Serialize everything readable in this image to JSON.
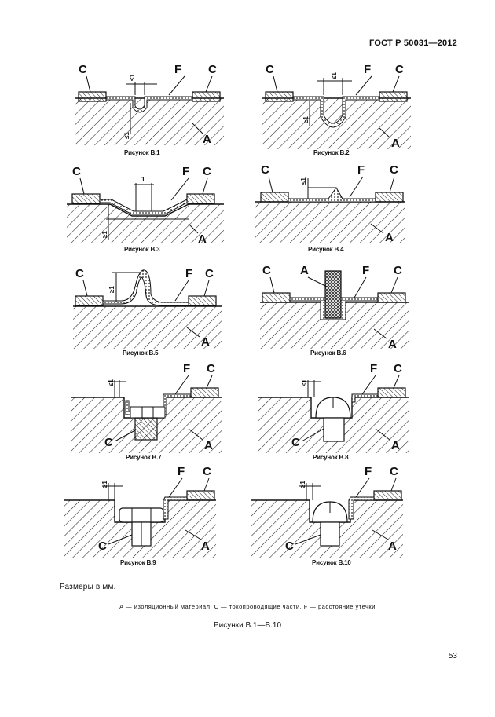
{
  "header": {
    "standard": "ГОСТ Р 50031—2012"
  },
  "labels": {
    "conductive": "C",
    "creepage": "F",
    "insulation": "A"
  },
  "dims": {
    "le1": "≤1",
    "ge1": "≥1",
    "one": "1"
  },
  "figures": [
    {
      "caption": "Рисунок В.1"
    },
    {
      "caption": "Рисунок В.2"
    },
    {
      "caption": "Рисунок В.3"
    },
    {
      "caption": "Рисунок В.4"
    },
    {
      "caption": "Рисунок В.5"
    },
    {
      "caption": "Рисунок В.6"
    },
    {
      "caption": "Рисунок В.7"
    },
    {
      "caption": "Рисунок В.8"
    },
    {
      "caption": "Рисунок В.9"
    },
    {
      "caption": "Рисунок В.10"
    }
  ],
  "note": "Размеры в мм.",
  "legend": "А — изоляционный материал;  С — токопроводящие части,  F — расстояние утечки",
  "main_caption": "Рисунки В.1—В.10",
  "page_number": "53"
}
